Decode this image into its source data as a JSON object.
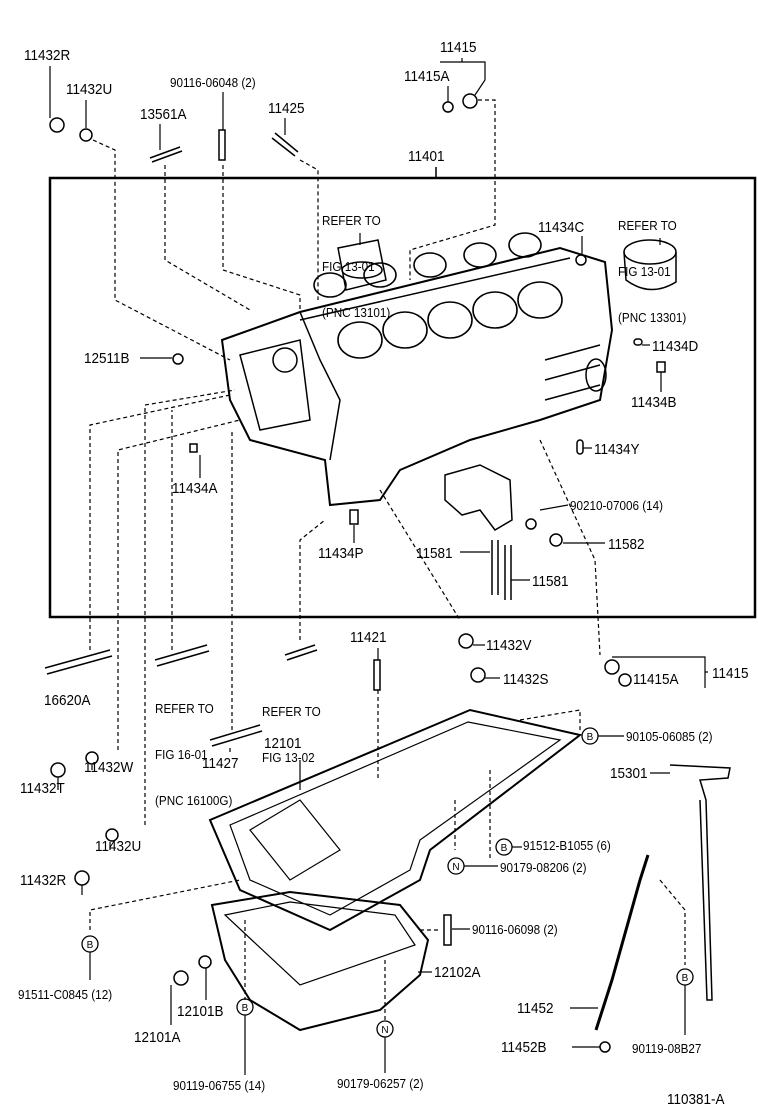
{
  "diagram_id": "110381-A",
  "colors": {
    "ink": "#000000",
    "background": "#ffffff"
  },
  "frame_label": "11401",
  "labels": {
    "p11432R_top": "11432R",
    "p11432U_top": "11432U",
    "p90116_06048": "90116-06048 (2)",
    "p13561A": "13561A",
    "p11425": "11425",
    "p11415_top": "11415",
    "p11415A_top": "11415A",
    "p11434C": "11434C",
    "p12511B": "12511B",
    "p11434D": "11434D",
    "p11434B": "11434B",
    "p11434Y": "11434Y",
    "p11434A": "11434A",
    "p90210_07006": "90210-07006 (14)",
    "p11582": "11582",
    "p11434P": "11434P",
    "p11581_a": "11581",
    "p11581_b": "11581",
    "p16620A": "16620A",
    "p11421": "11421",
    "p11432V": "11432V",
    "p11432S": "11432S",
    "p11415A_right": "11415A",
    "p11415_right": "11415",
    "p11432T": "11432T",
    "p11432W": "11432W",
    "p11427": "11427",
    "p12101": "12101",
    "p90105_06085": "90105-06085 (2)",
    "p15301": "15301",
    "p11432U_bottom": "11432U",
    "p11432R_bottom": "11432R",
    "p91512_B1055": "91512-B1055 (6)",
    "p90179_08206": "90179-08206 (2)",
    "p90116_06098": "90116-06098 (2)",
    "p91511_C0845": "91511-C0845 (12)",
    "p12101B": "12101B",
    "p12102A": "12102A",
    "p12101A": "12101A",
    "p11452": "11452",
    "p11452B": "11452B",
    "p90119_08B27": "90119-08B27",
    "p90119_06755": "90119-06755 (14)",
    "p90179_06257": "90179-06257 (2)"
  },
  "references": {
    "piston_left": [
      "REFER TO",
      "FIG 13-01",
      "(PNC 13101)"
    ],
    "piston_right": [
      "REFER TO",
      "FIG 13-01",
      "(PNC 13301)"
    ],
    "fig16": [
      "REFER TO",
      "FIG 16-01",
      "(PNC 16100G)"
    ],
    "fig13_02": [
      "REFER TO",
      "FIG 13-02"
    ]
  },
  "markers": {
    "b": "B",
    "n": "N"
  }
}
